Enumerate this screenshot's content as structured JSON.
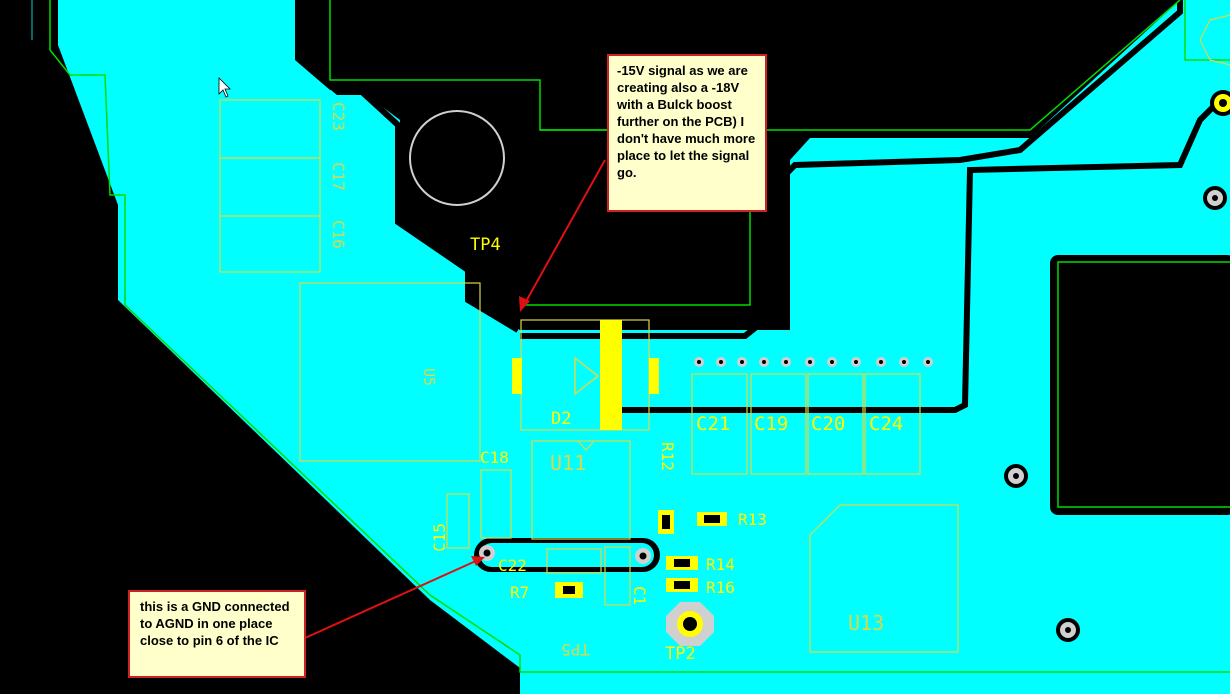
{
  "colors": {
    "background": "#000000",
    "copper_pour": "#00ffff",
    "outline_green": "#00dd00",
    "silkscreen": "#ffff00",
    "pad_white": "#d0d0d0",
    "callout_border": "#cc2222",
    "callout_fill": "#ffffcc",
    "arrow": "#dd1111"
  },
  "annotations": {
    "top": "-15V signal as we are creating also a -18V with a Bulck boost further on the PCB) I don't have much more place to let the signal go.",
    "bottom": "this is a GND connected to AGND in one place close to pin 6 of the IC"
  },
  "designators": {
    "c23": "C23",
    "c17": "C17",
    "c16": "C16",
    "tp4": "TP4",
    "u5": "U5",
    "d2": "D2",
    "c18": "C18",
    "u11": "U11",
    "r12": "R12",
    "r13": "R13",
    "c15": "C15",
    "c22": "C22",
    "c1": "C1",
    "r14": "R14",
    "r16": "R16",
    "r7": "R7",
    "tp5": "TP5",
    "tp2": "TP2",
    "u13": "U13",
    "c21": "C21",
    "c19": "C19",
    "c20": "C20",
    "c24": "C24"
  },
  "cursor_icon": "mouse-pointer-icon"
}
